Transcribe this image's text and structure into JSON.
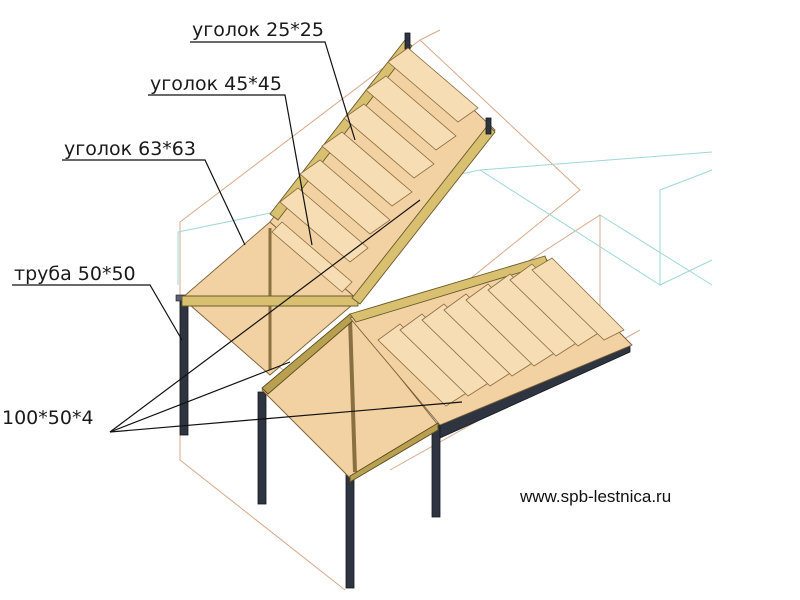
{
  "labels": {
    "angle_25": "уголок 25*25",
    "angle_45": "уголок 45*45",
    "angle_63": "уголок 63*63",
    "pipe_50": "труба 50*50",
    "channel_100": "100*50*4"
  },
  "watermark": "www.spb-lestnica.ru",
  "colors": {
    "wood": "#f2d2a2",
    "frame": "#d8c070",
    "steel": "#2e3440",
    "ghost_outline": "#d9a88a",
    "wall_outline": "#9fd8d8"
  }
}
